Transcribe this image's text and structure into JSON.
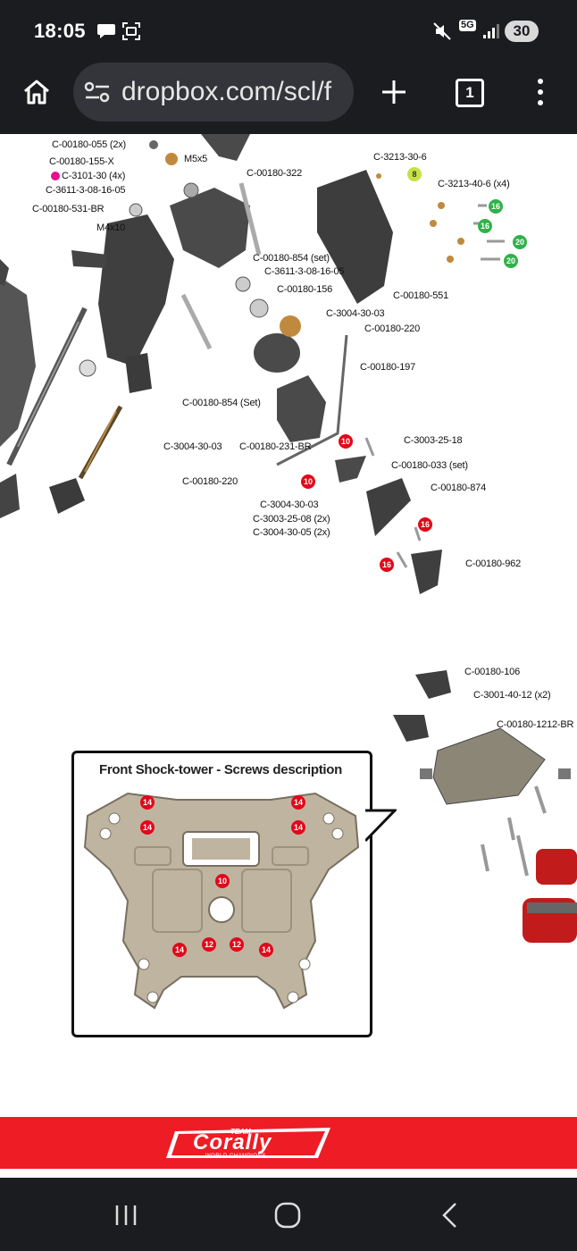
{
  "status": {
    "time": "18:05",
    "network": "5G",
    "battery": "30"
  },
  "browser": {
    "url": "dropbox.com/scl/f",
    "tab_count": "1"
  },
  "diagram": {
    "labels": [
      "C-00180-055 (2x)",
      "C-00180-155-X",
      "M5x5",
      "C-3101-30 (4x)",
      "C-3611-3-08-16-05",
      "C-00180-531-BR",
      "M4x10",
      "C-00180-322",
      "C-3213-30-6",
      "C-3213-40-6 (x4)",
      "C-00180-854 (set)",
      "C-3611-3-08-16-05",
      "C-00180-156",
      "C-00180-551",
      "C-3004-30-03",
      "C-00180-220",
      "C-00180-197",
      "C-00180-854 (Set)",
      "C-3004-30-03",
      "C-00180-231-BR",
      "C-3003-25-18",
      "C-00180-033 (set)",
      "C-00180-220",
      "C-00180-874",
      "C-3004-30-03",
      "C-3003-25-08 (2x)",
      "C-3004-30-05 (2x)",
      "C-00180-962",
      "C-00180-106",
      "C-3001-40-12 (x2)",
      "C-00180-1212-BR"
    ],
    "badges": [
      "8",
      "16",
      "16",
      "20",
      "20",
      "10",
      "10",
      "16",
      "16"
    ]
  },
  "inset": {
    "title": "Front Shock-tower - Screws description",
    "badges": [
      "14",
      "14",
      "14",
      "14",
      "10",
      "14",
      "12",
      "12",
      "14"
    ]
  },
  "footer": {
    "logo_top": "TEAM",
    "logo_main": "Corally",
    "logo_sub": "WORLD CHAMPIONS"
  }
}
